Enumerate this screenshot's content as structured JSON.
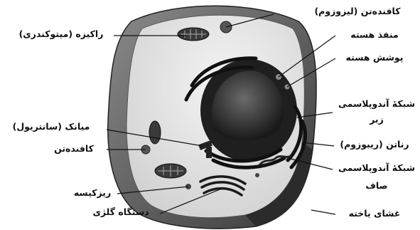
{
  "labels": {
    "lysosome": "کافنده‌تن (لیزوزوم)",
    "mitochondria": "راکیزه (میتوکندری)",
    "nuclear_pore": "منفذ هسته",
    "nuclear_envelope": "پوشش هسته",
    "rough_er_line1": "شبکۀ آندوپلاسمی",
    "rough_er_line2": "زبر",
    "ribosome": "رناتن (ریبوزوم)",
    "smooth_er_line1": "شبکۀ آندوپلاسمی",
    "smooth_er_line2": "صاف",
    "cell_membrane": "غشای یاخته",
    "centriole": "میانک (سانتریول)",
    "lysosome2": "کافنده‌تن",
    "vesicle": "ریزکیسه",
    "golgi": "دستگاه گلژی"
  }
}
